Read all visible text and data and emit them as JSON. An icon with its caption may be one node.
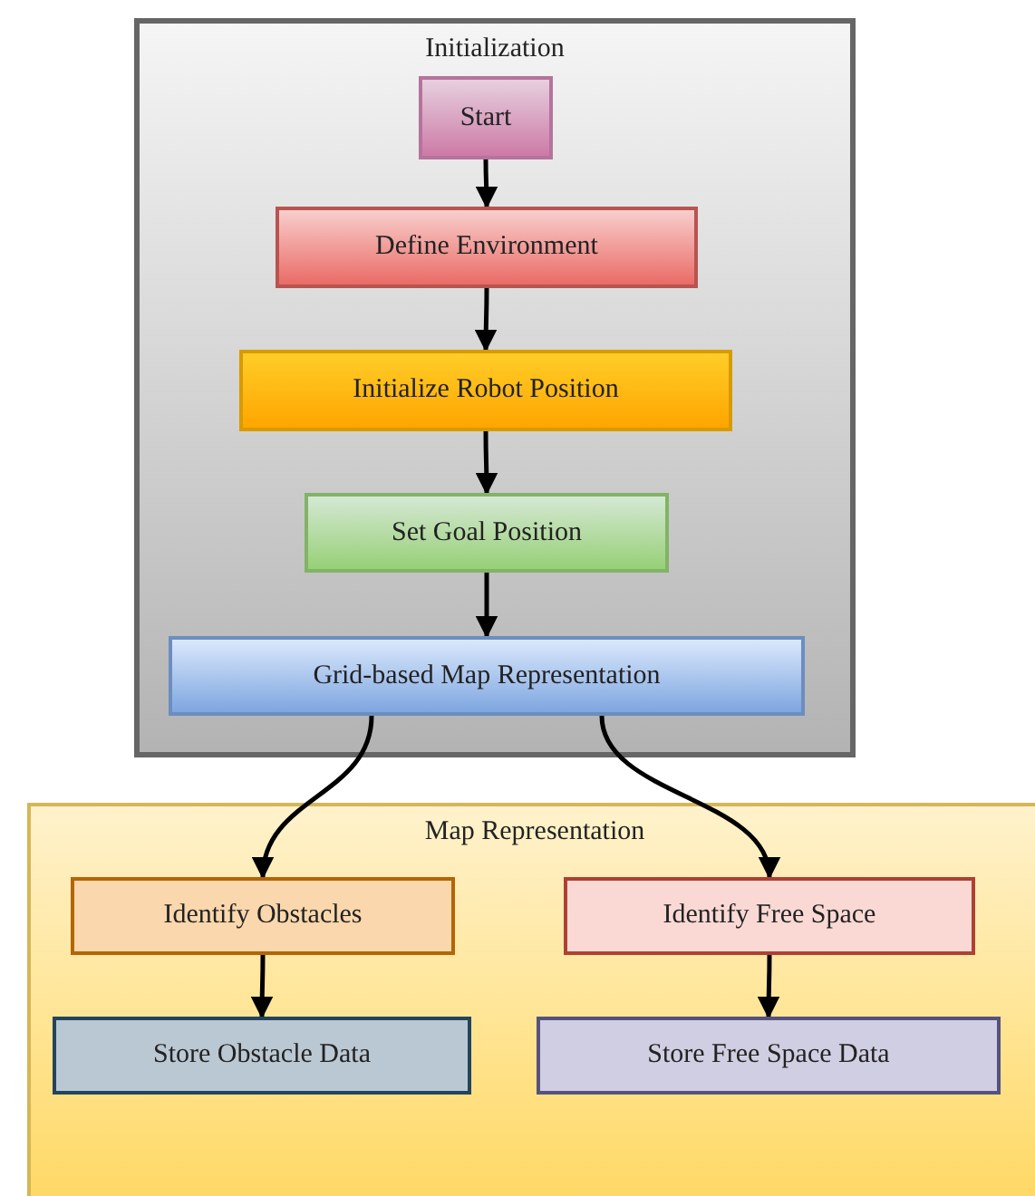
{
  "diagram": {
    "nodes": [
      {
        "text": [
          "Initialization"
        ]
      },
      {
        "text": [
          "Start"
        ],
        "in": 0
      },
      {
        "text": [
          "Define Environment"
        ],
        "in": 0
      },
      {
        "text": [
          "Initialize Robot Position"
        ],
        "in": 0
      },
      {
        "text": [
          "Set Goal Position"
        ],
        "in": 0
      },
      {
        "text": [
          "Grid-based Map Representation"
        ],
        "in": 0
      },
      {
        "text": [
          "Map Representation"
        ]
      },
      {
        "text": [
          "Identify Obstacles"
        ],
        "in": 6
      },
      {
        "text": [
          "Identify Free Space"
        ],
        "in": 6
      },
      {
        "text": [
          "Store Obstacle Data"
        ],
        "in": 6
      },
      {
        "text": [
          "Store Free Space Data"
        ],
        "in": 6
      }
    ],
    "edges": [
      {
        "from": 1,
        "to": 2,
        "arrow": "to"
      },
      {
        "from": 2,
        "to": 3,
        "arrow": "to"
      },
      {
        "from": 3,
        "to": 4,
        "arrow": "to"
      },
      {
        "from": 4,
        "to": 5,
        "arrow": "to"
      },
      {
        "from": 5,
        "to": 7,
        "arrow": "to"
      },
      {
        "from": 5,
        "to": 8,
        "arrow": "to"
      },
      {
        "from": 7,
        "to": 9,
        "arrow": "to"
      },
      {
        "from": 8,
        "to": 10,
        "arrow": "to"
      }
    ]
  }
}
